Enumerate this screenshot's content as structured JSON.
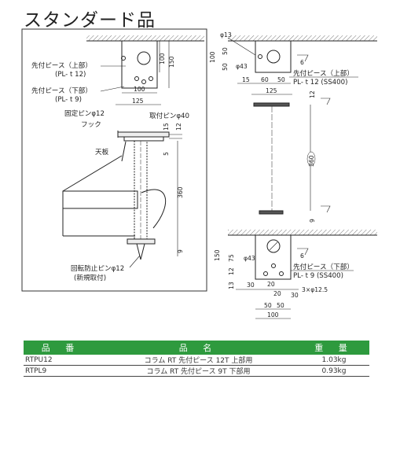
{
  "page": {
    "title": "スタンダード品"
  },
  "left_drawing": {
    "labels": {
      "upper_piece": "先付ピース（上部）",
      "upper_piece_spec": "(PL- t 12)",
      "lower_piece": "先付ピース（下部）",
      "lower_piece_spec": "(PL- t 9)",
      "fixing_pin": "固定ピンφ12",
      "mounting_pin": "取付ピンφ40",
      "hook": "フック",
      "top_plate": "天板",
      "anti_rotation_pin": "回転防止ピンφ12",
      "new_mount": "(新規取付)"
    },
    "dims": {
      "d100a": "100",
      "d150": "150",
      "d100b": "100",
      "d125": "125",
      "d15": "15",
      "d12": "12",
      "d5": "5",
      "d360": "360",
      "d9": "9"
    }
  },
  "right_top": {
    "dims": {
      "phi13": "φ13",
      "d100": "100",
      "d50a": "50",
      "d50b": "50",
      "phi43": "φ43",
      "d6": "6",
      "d15": "15",
      "d60": "60",
      "d50c": "50",
      "d125": "125",
      "d12": "12",
      "d360": "360",
      "d9": "9"
    },
    "labels": {
      "piece": "先付ピース（上部）",
      "spec": "PL- t 12 (SS400)"
    }
  },
  "right_bottom": {
    "dims": {
      "d150": "150",
      "d75": "75",
      "d12": "12",
      "d13": "13",
      "phi43": "φ43",
      "d6": "6",
      "d30a": "30",
      "d20a": "20",
      "d20b": "20",
      "d30b": "30",
      "holes": "3×φ12.5",
      "d50a": "50",
      "d50b": "50",
      "d100": "100"
    },
    "labels": {
      "piece": "先付ピース（下部）",
      "spec": "PL- t 9 (SS400)"
    }
  },
  "table": {
    "headers": [
      "品 番",
      "品 名",
      "重 量"
    ],
    "rows": [
      {
        "code": "RTPU12",
        "name": "コラム RT 先付ピース 12T 上部用",
        "weight": "1.03kg"
      },
      {
        "code": "RTPL9",
        "name": "コラム RT 先付ピース 9T 下部用",
        "weight": "0.93kg"
      }
    ]
  }
}
